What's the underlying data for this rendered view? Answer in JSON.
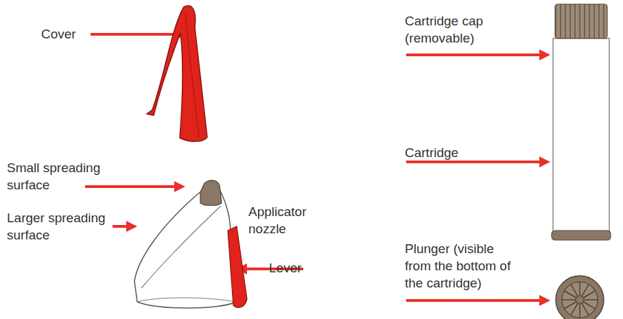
{
  "diagram": {
    "labels": [
      "Cover",
      "Small spreading surface",
      "Larger spreading surface",
      "Applicator nozzle",
      "Lever",
      "Cartridge cap (removable)",
      "Cartridge",
      "Plunger (visible from the bottom of the cartridge)"
    ]
  }
}
